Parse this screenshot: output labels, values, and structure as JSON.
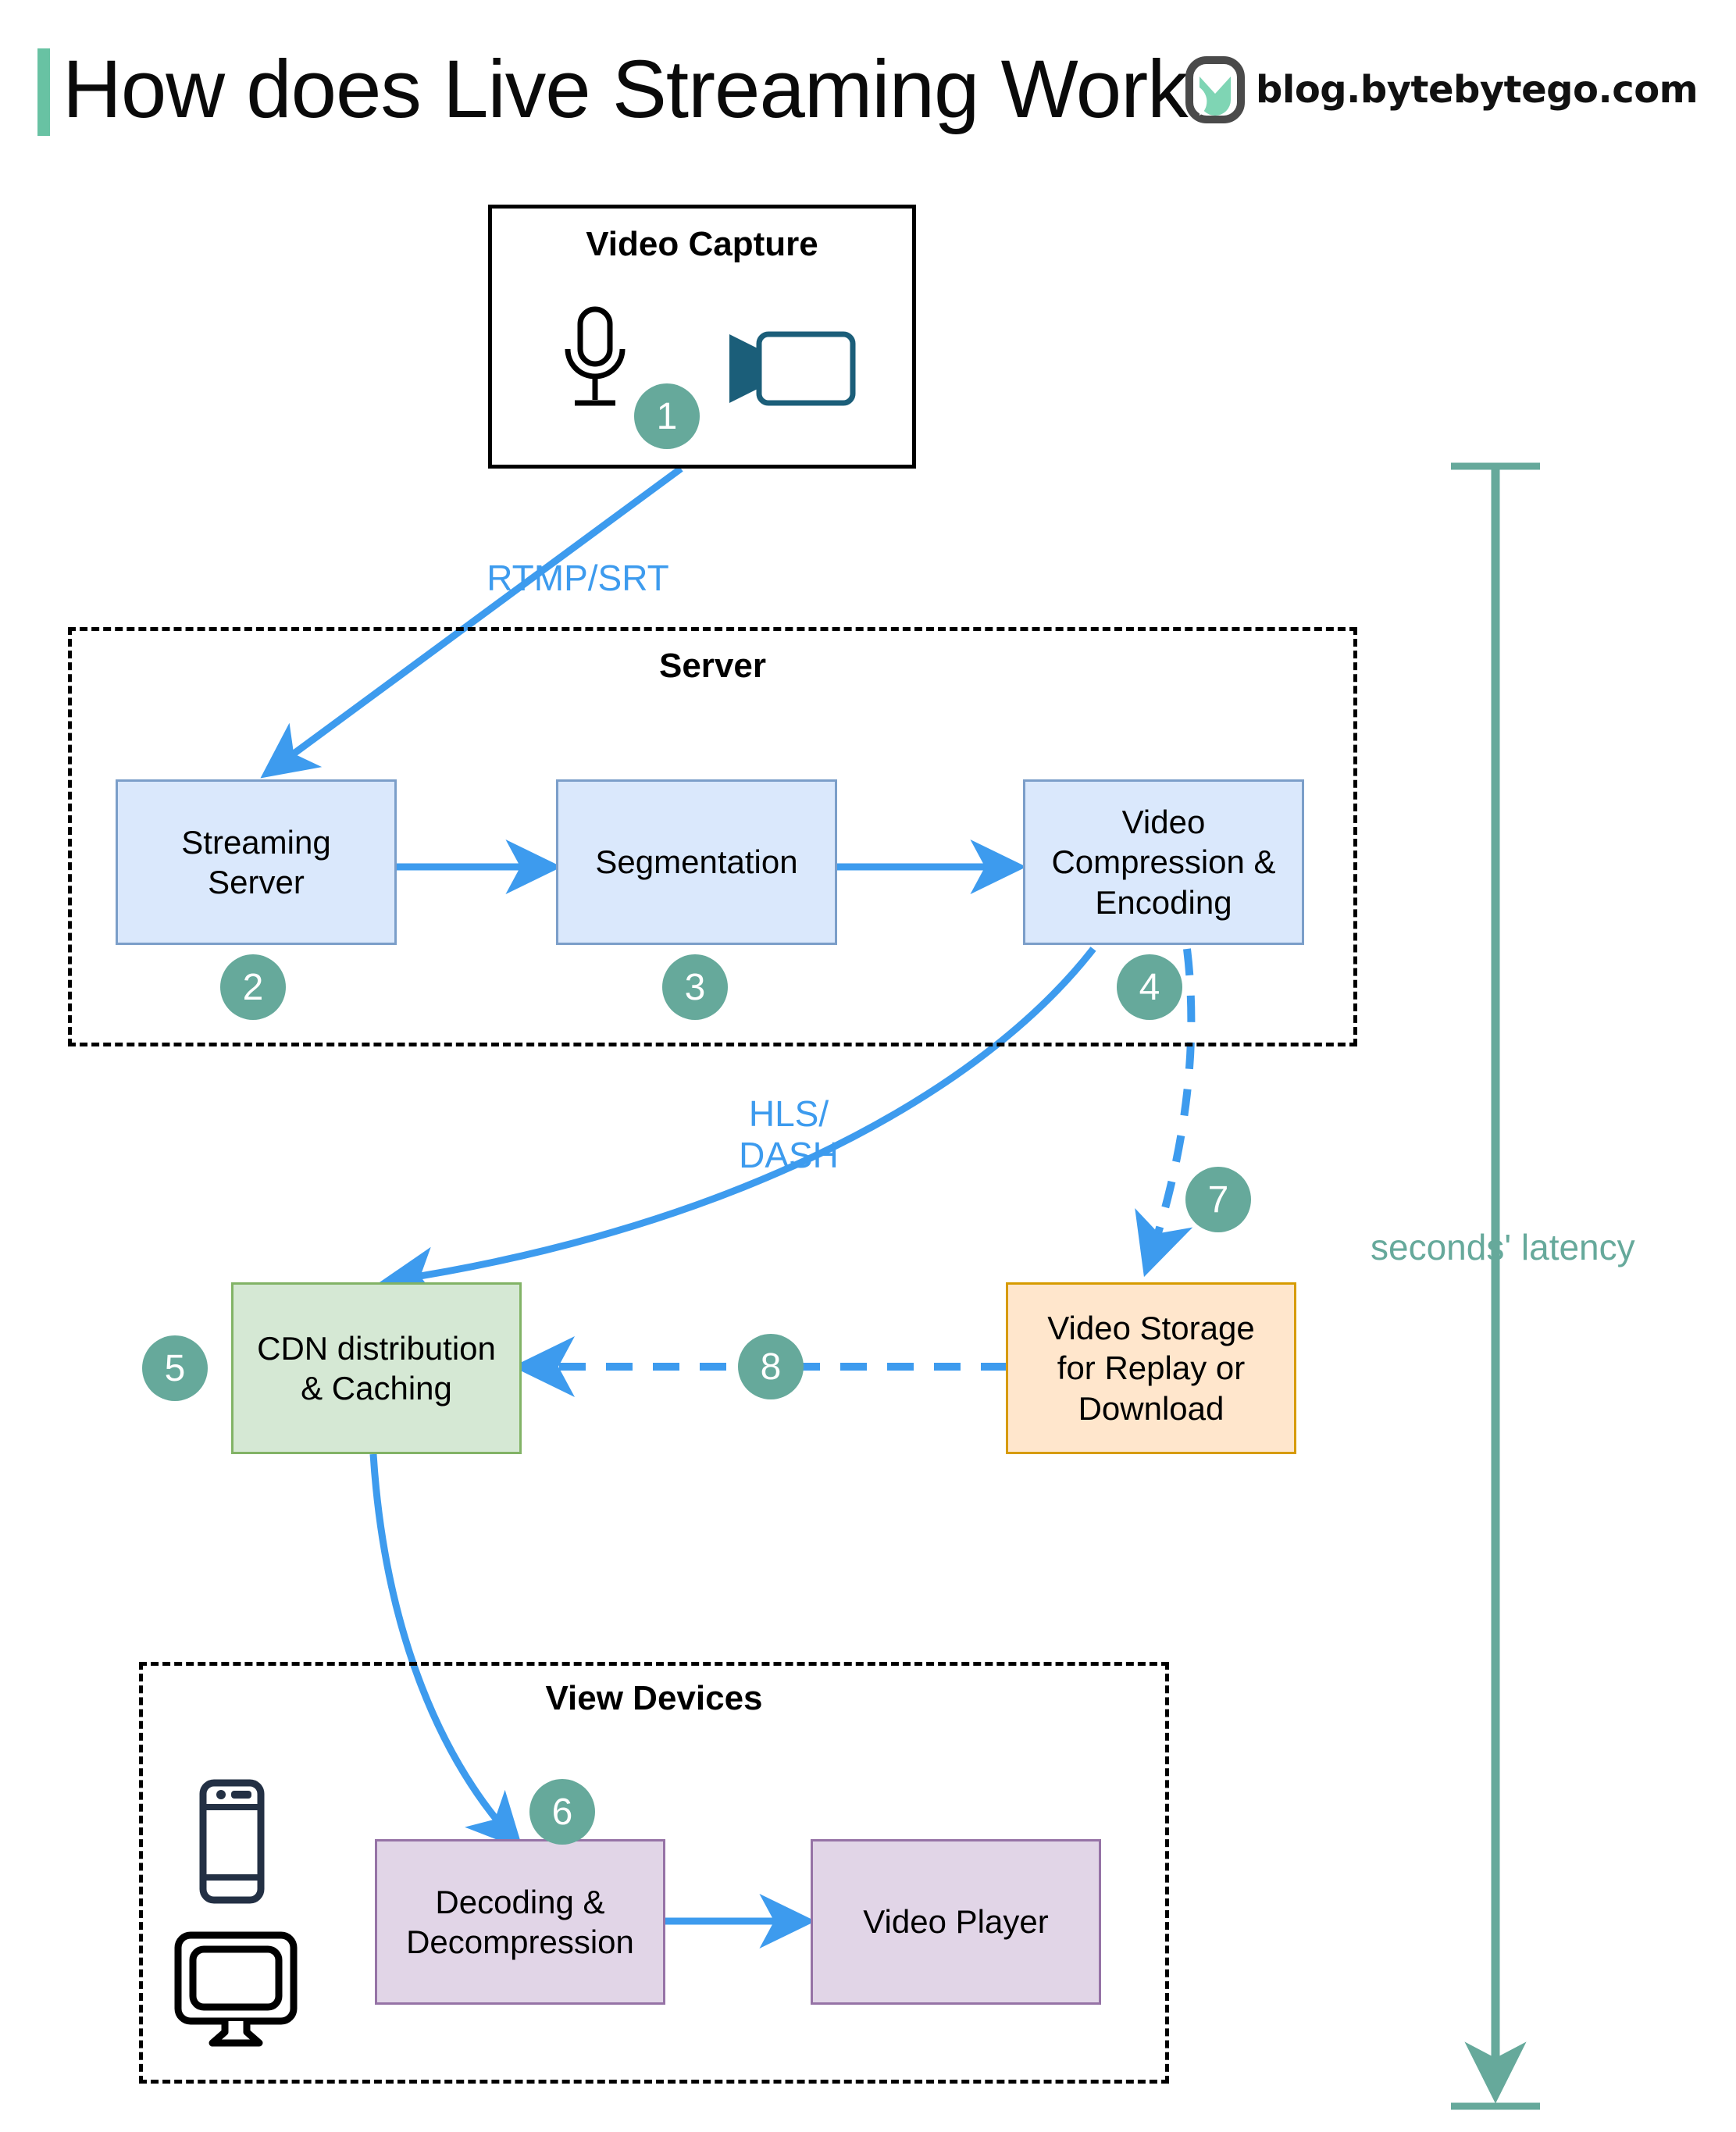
{
  "header": {
    "title": "How does Live Streaming Work?",
    "brand_text": "blog.bytebytego.com",
    "accent_color": "#68c2a3",
    "logo_icon": "bytebytego-logo-icon"
  },
  "colors": {
    "badge": "#66a99b",
    "arrow_blue": "#3d9bee",
    "blue_fill": "#dae8fc",
    "blue_stroke": "#7b9ec9",
    "green_fill": "#d5e8d4",
    "green_stroke": "#82b366",
    "orange_fill": "#ffe6cc",
    "orange_stroke": "#d79b00",
    "purple_fill": "#e1d5e7",
    "purple_stroke": "#9673a6",
    "latency_green": "#66a99b",
    "camera_icon": "#1b5e79",
    "phone_icon": "#233044"
  },
  "groups": [
    {
      "id": "video-capture",
      "title": "Video Capture",
      "style": "solid"
    },
    {
      "id": "server",
      "title": "Server",
      "style": "dashed"
    },
    {
      "id": "view-devices",
      "title": "View Devices",
      "style": "dashed"
    }
  ],
  "capture_icons": [
    {
      "name": "microphone-icon",
      "label": "Microphone"
    },
    {
      "name": "video-camera-icon",
      "label": "Video camera"
    }
  ],
  "device_icons": [
    {
      "name": "mobile-phone-icon",
      "label": "Mobile phone"
    },
    {
      "name": "desktop-monitor-icon",
      "label": "Desktop monitor"
    }
  ],
  "nodes": [
    {
      "id": "streaming-server",
      "label": "Streaming\nServer",
      "color": "blue"
    },
    {
      "id": "segmentation",
      "label": "Segmentation",
      "color": "blue"
    },
    {
      "id": "video-compression",
      "label": "Video\nCompression &\nEncoding",
      "color": "blue"
    },
    {
      "id": "cdn-distribution",
      "label": "CDN distribution\n& Caching",
      "color": "green"
    },
    {
      "id": "video-storage",
      "label": "Video Storage\nfor Replay or\nDownload",
      "color": "orange"
    },
    {
      "id": "decoding",
      "label": "Decoding &\nDecompression",
      "color": "purple"
    },
    {
      "id": "video-player",
      "label": "Video Player",
      "color": "purple"
    }
  ],
  "steps": [
    {
      "n": "1",
      "for": "video-capture"
    },
    {
      "n": "2",
      "for": "streaming-server"
    },
    {
      "n": "3",
      "for": "segmentation"
    },
    {
      "n": "4",
      "for": "video-compression"
    },
    {
      "n": "5",
      "for": "cdn-distribution"
    },
    {
      "n": "6",
      "for": "decoding"
    },
    {
      "n": "7",
      "for": "video-storage"
    },
    {
      "n": "8",
      "for": "storage-to-cdn"
    }
  ],
  "edge_labels": [
    {
      "id": "rtmp-srt",
      "text": "RTMP/SRT"
    },
    {
      "id": "hls-dash",
      "text": "HLS/\nDASH"
    }
  ],
  "annotations": [
    {
      "id": "latency-bracket",
      "text": "seconds' latency"
    }
  ]
}
